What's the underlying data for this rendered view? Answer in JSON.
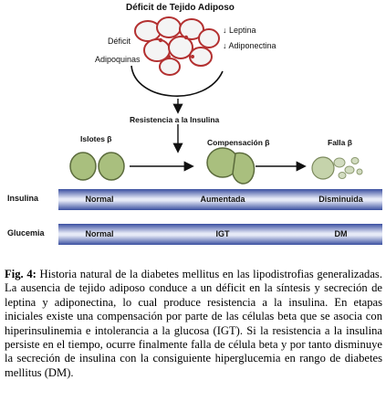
{
  "diagram": {
    "title": "Déficit de Tejido Adiposo",
    "left_label_1": "Déficit",
    "left_label_2": "Adipoquinas",
    "right_label_1": "↓ Leptina",
    "right_label_2": "↓ Adiponectina",
    "resistance_label": "Resistencia a la Insulina",
    "stages": [
      {
        "label": "Islotes β"
      },
      {
        "label": "Compensación  β"
      },
      {
        "label": "Falla  β"
      }
    ],
    "rows": [
      {
        "label": "Insulina",
        "cells": [
          "Normal",
          "Aumentada",
          "Disminuida"
        ]
      },
      {
        "label": "Glucemia",
        "cells": [
          "Normal",
          "IGT",
          "DM"
        ]
      }
    ],
    "colors": {
      "fat_cell_fill": "#f4f4f4",
      "fat_cell_border": "#b33030",
      "islet_fill": "#a9bf7e",
      "islet_border": "#5b6b3c",
      "bar_dark": "#3a4fa0",
      "bar_light": "#e6eaf7"
    }
  },
  "caption": {
    "label": "Fig. 4:",
    "text": " Historia natural de la diabetes mellitus en las lipodistrofias generalizadas. La ausencia de tejido adiposo conduce a un déficit en la síntesis y secreción de leptina y adiponectina, lo cual produce resistencia a la insulina. En etapas iniciales existe una compensación por parte de las células beta que se asocia con hiperinsulinemia e intolerancia a la glucosa (IGT). Si la resistencia a la insulina persiste en el tiempo, ocurre finalmente falla de célula beta y por tanto disminuye la secreción de insulina con la consiguiente hiperglucemia en rango de diabetes mellitus (DM)."
  }
}
